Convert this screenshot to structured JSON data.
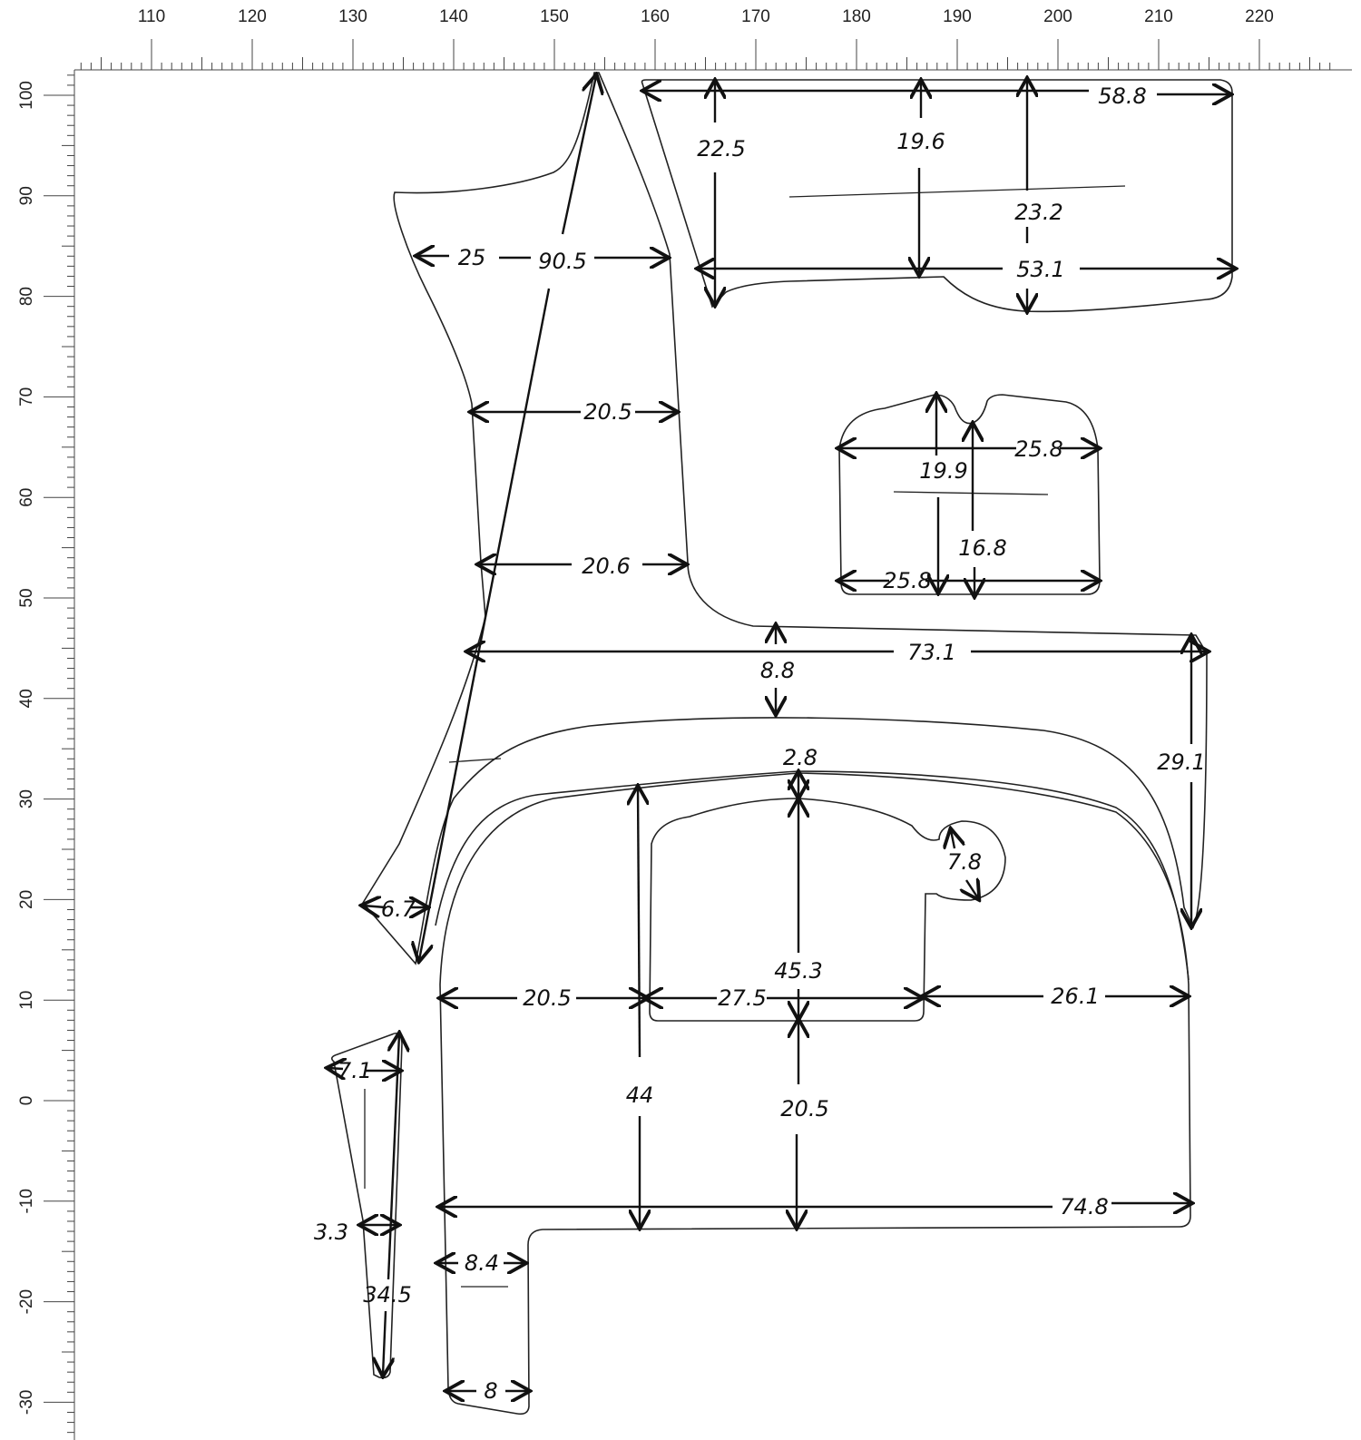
{
  "ruler": {
    "top_labels": [
      "110",
      "120",
      "130",
      "140",
      "150",
      "160",
      "170",
      "180",
      "190",
      "200",
      "210",
      "220"
    ],
    "left_labels": [
      "100",
      "90",
      "80",
      "70",
      "60",
      "50",
      "40",
      "30",
      "20",
      "10",
      "0",
      "-10",
      "-20",
      "-30"
    ]
  },
  "measurements": [
    "58.8",
    "22.5",
    "19.6",
    "23.2",
    "53.1",
    "25",
    "90.5",
    "20.5",
    "20.6",
    "25.8",
    "19.9",
    "16.8",
    "25.8",
    "73.1",
    "8.8",
    "29.1",
    "2.8",
    "7.8",
    "45.3",
    "20.5",
    "27.5",
    "26.1",
    "44",
    "20.5",
    "74.8",
    "6.7",
    "7.1",
    "3.3",
    "34.5",
    "8.4",
    "8"
  ]
}
